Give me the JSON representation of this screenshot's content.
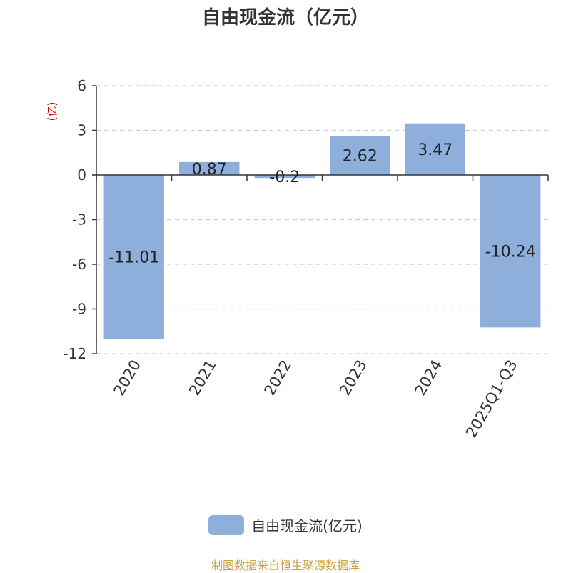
{
  "chart_data": {
    "type": "bar",
    "title": "自由现金流（亿元）",
    "ylabel": "(亿)",
    "categories": [
      "2020",
      "2021",
      "2022",
      "2023",
      "2024",
      "2025Q1-Q3"
    ],
    "series": [
      {
        "name": "自由现金流(亿元)",
        "values": [
          -11.01,
          0.87,
          -0.2,
          2.62,
          3.47,
          -10.24
        ]
      }
    ],
    "ylim": [
      -12,
      6
    ],
    "yticks": [
      6,
      3,
      0,
      -3,
      -6,
      -9,
      -12
    ],
    "grid": true,
    "legend_position": "bottom-center"
  },
  "source_text": "制图数据来自恒生聚源数据库",
  "colors": {
    "bar": "#8eafdb",
    "axis": "#333333",
    "grid": "#cccccc",
    "ylabel": "#cc0000",
    "source": "#c8a040"
  }
}
